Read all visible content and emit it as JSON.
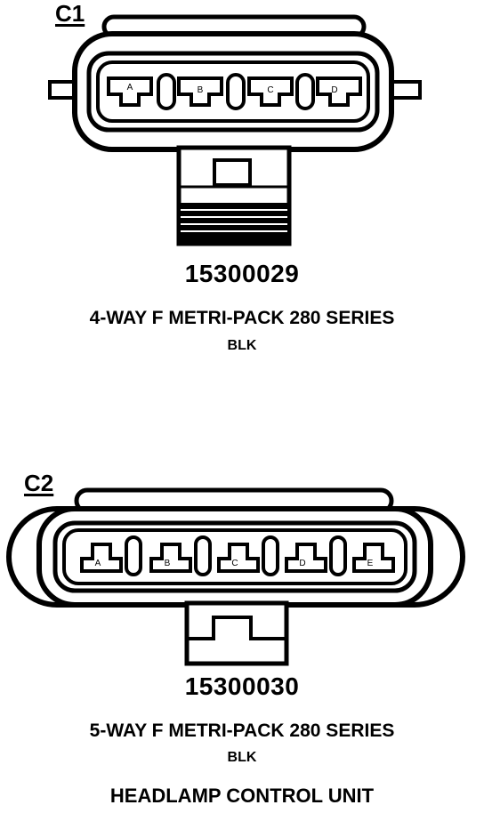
{
  "connectors": [
    {
      "id": "C1",
      "part_number": "15300029",
      "description": "4-WAY F METRI-PACK 280 SERIES",
      "color": "BLK",
      "terminals": [
        "A",
        "B",
        "C",
        "D"
      ]
    },
    {
      "id": "C2",
      "part_number": "15300030",
      "description": "5-WAY F METRI-PACK 280 SERIES",
      "color": "BLK",
      "terminals": [
        "A",
        "B",
        "C",
        "D",
        "E"
      ]
    }
  ],
  "footer": {
    "title": "HEADLAMP CONTROL UNIT"
  }
}
